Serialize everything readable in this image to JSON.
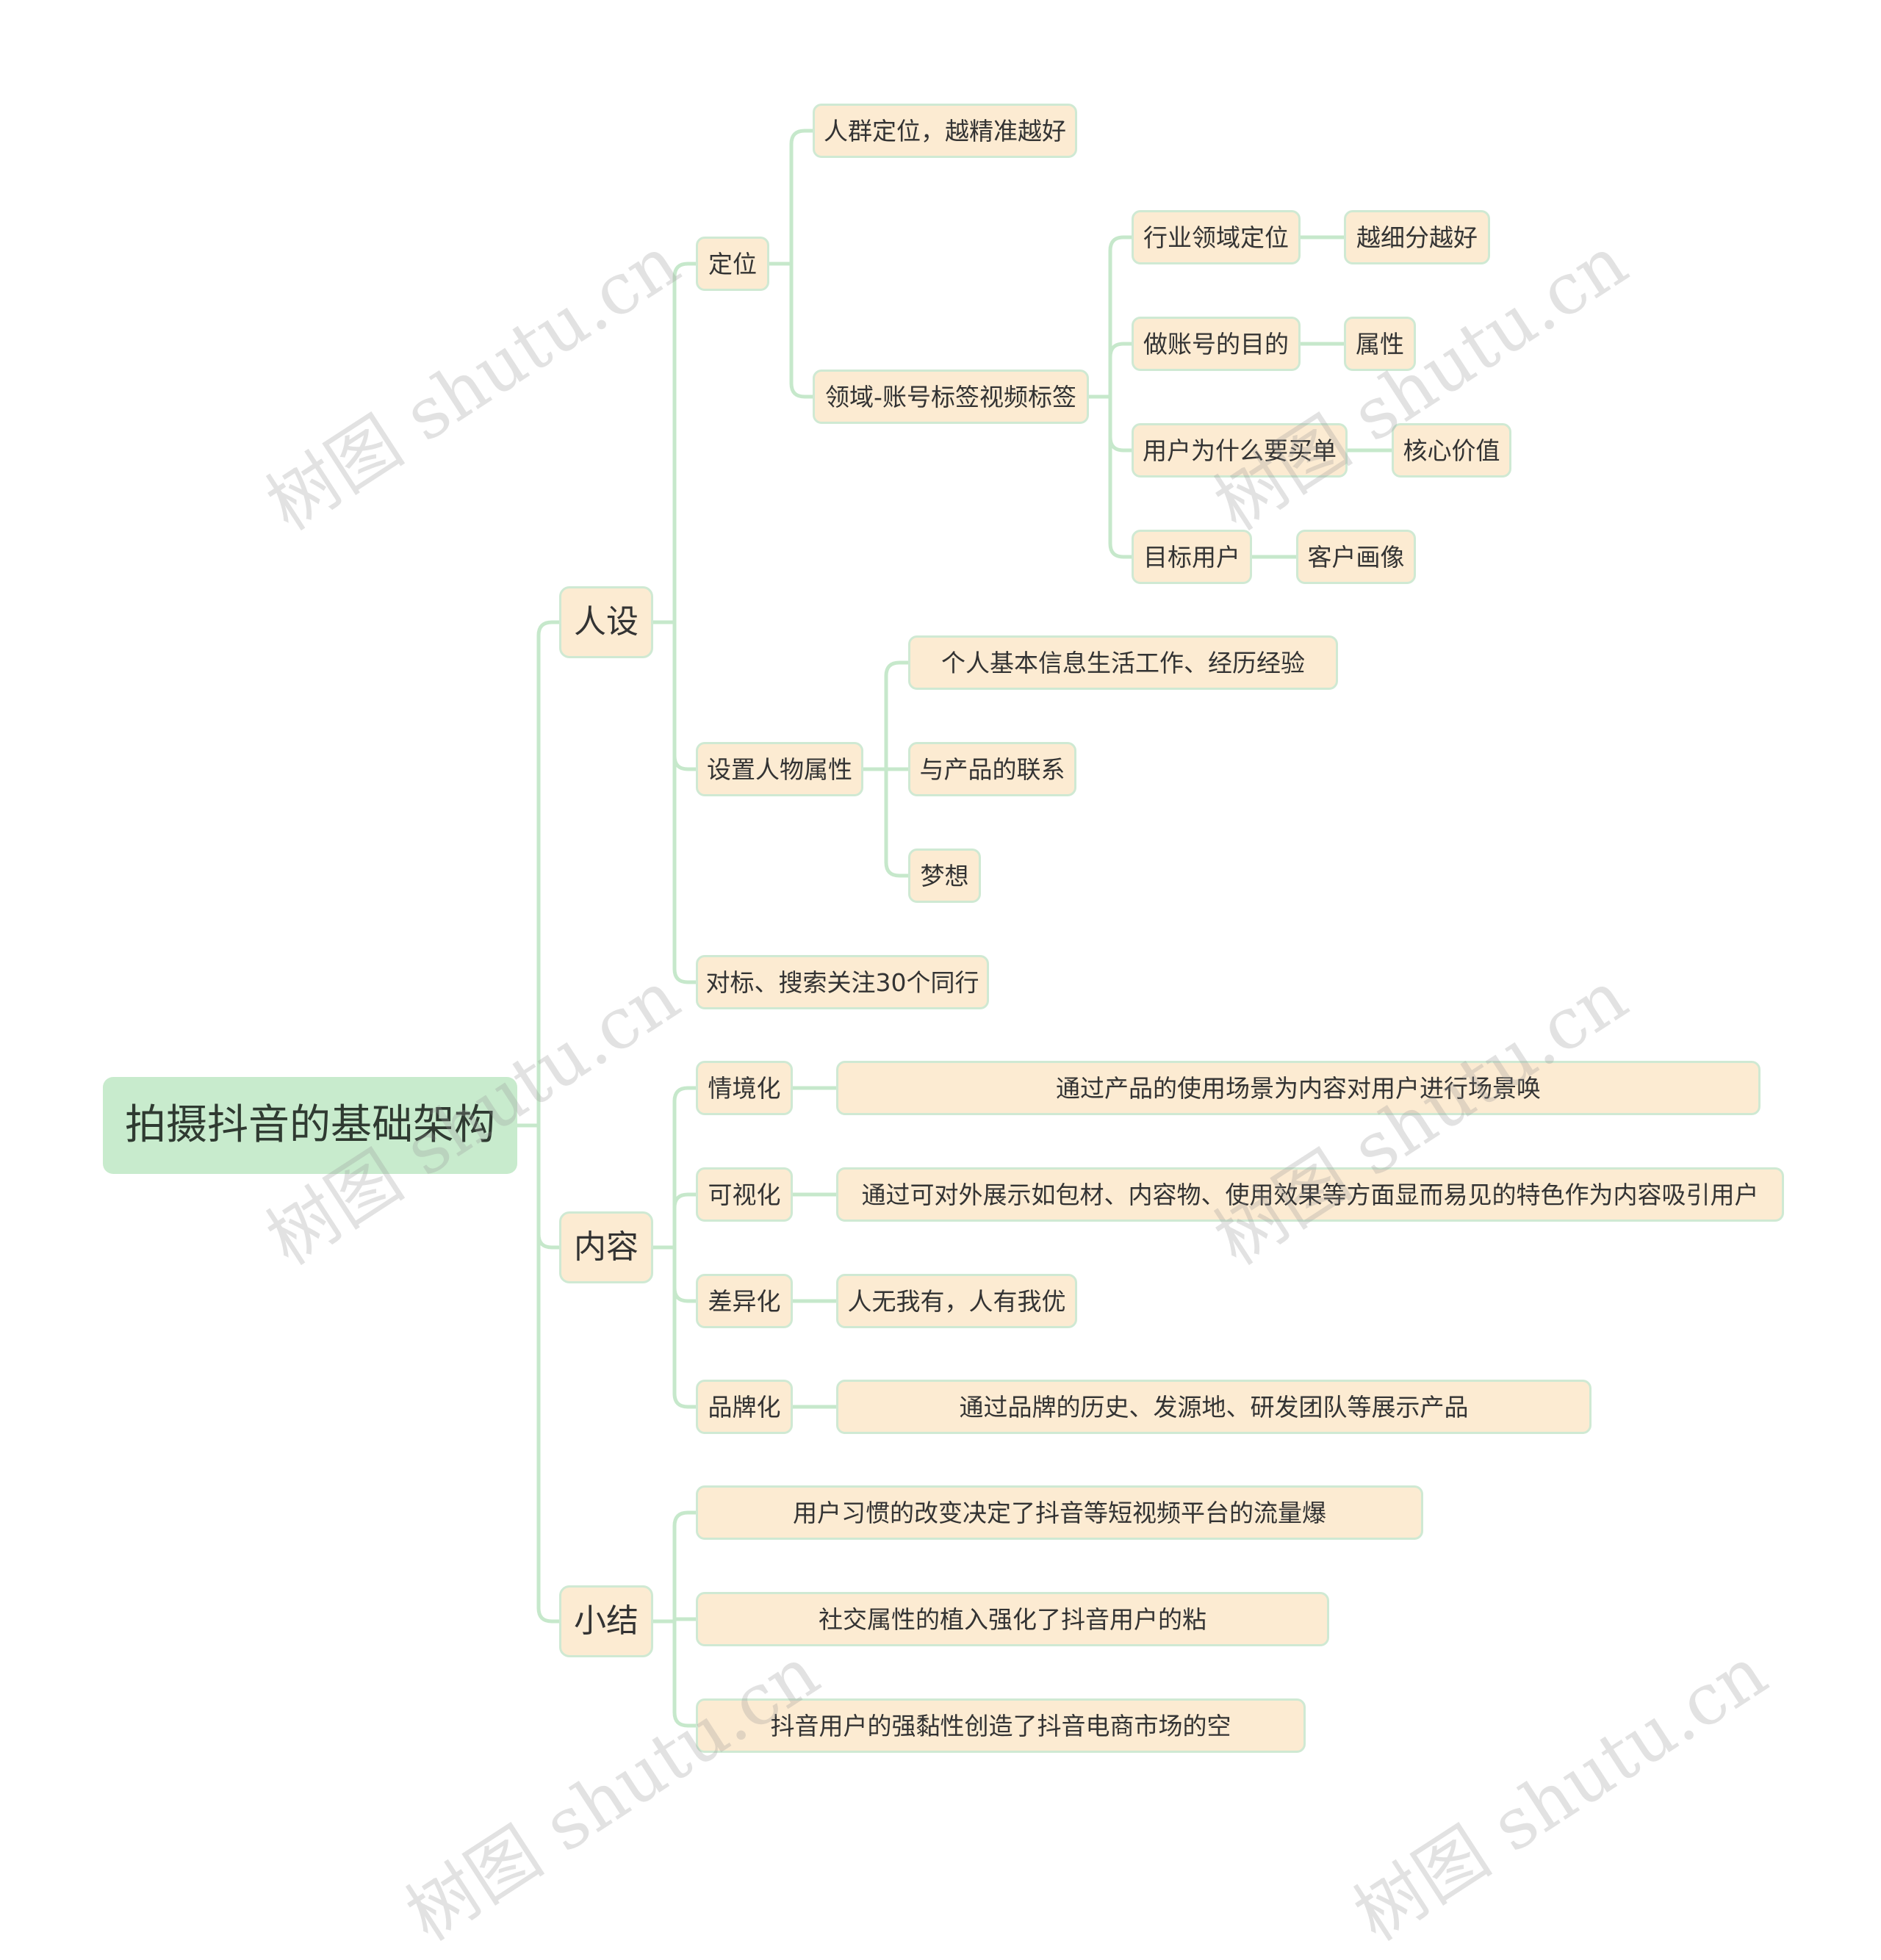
{
  "root": "拍摄抖音的基础架构",
  "branches": {
    "renshe": {
      "label": "人设",
      "dingwei": {
        "label": "定位",
        "renqun": "人群定位，越精准越好",
        "lingyu": {
          "label": "领域-账号标签视频标签",
          "hangye": {
            "label": "行业领域定位",
            "leaf": "越细分越好"
          },
          "mudi": {
            "label": "做账号的目的",
            "leaf": "属性"
          },
          "maidan": {
            "label": "用户为什么要买单",
            "leaf": "核心价值"
          },
          "mubiao": {
            "label": "目标用户",
            "leaf": "客户画像"
          }
        }
      },
      "shezhi": {
        "label": "设置人物属性",
        "xinxi": "个人基本信息生活工作、经历经验",
        "lianxi": "与产品的联系",
        "mengxiang": "梦想"
      },
      "duibiao": "对标、搜索关注30个同行"
    },
    "neirong": {
      "label": "内容",
      "qingjing": {
        "label": "情境化",
        "leaf": "通过产品的使用场景为内容对用户进行场景唤"
      },
      "keshi": {
        "label": "可视化",
        "leaf": "通过可对外展示如包材、内容物、使用效果等方面显而易见的特色作为内容吸引用户"
      },
      "chayi": {
        "label": "差异化",
        "leaf": "人无我有，人有我优"
      },
      "pinpai": {
        "label": "品牌化",
        "leaf": "通过品牌的历史、发源地、研发团队等展示产品"
      }
    },
    "xiaojie": {
      "label": "小结",
      "items": [
        "用户习惯的改变决定了抖音等短视频平台的流量爆",
        "社交属性的植入强化了抖音用户的粘",
        "抖音用户的强黏性创造了抖音电商市场的空"
      ]
    }
  },
  "watermark": "树图 shutu.cn",
  "colors": {
    "connector": "#c6e8cb",
    "node_fill": "#fcebd2",
    "node_border": "#cfe9d3",
    "root_fill": "#c8ebcd"
  }
}
